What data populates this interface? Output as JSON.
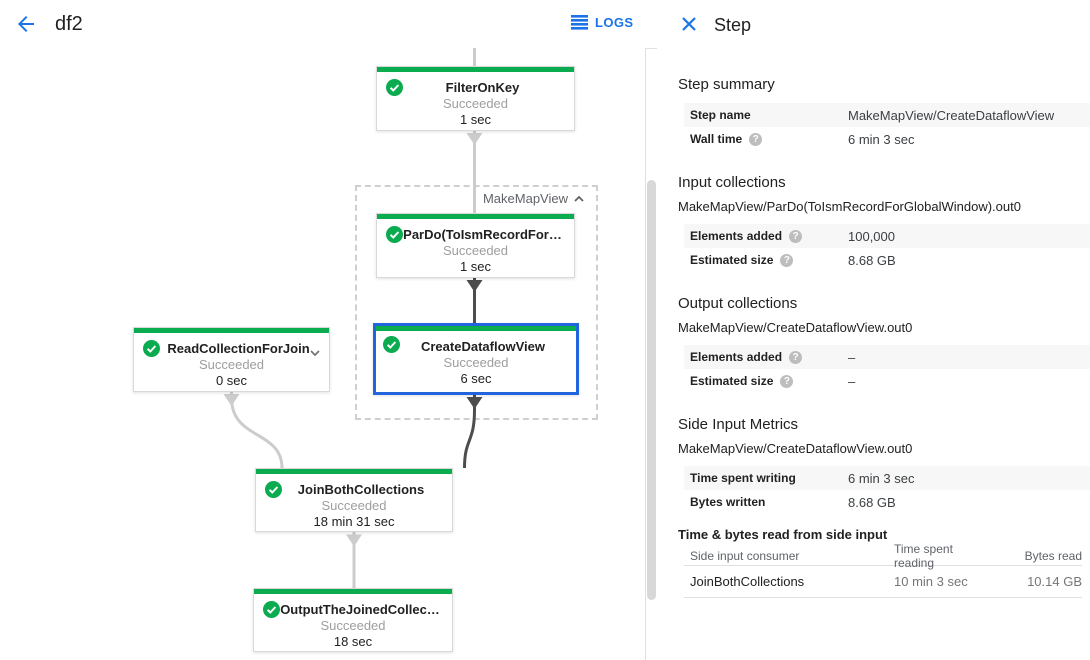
{
  "header": {
    "title": "df2",
    "logs_label": "LOGS"
  },
  "icons": {
    "help_glyph": "?"
  },
  "colors": {
    "accent_blue": "#1a73e8",
    "selected_border_blue": "#2264dc",
    "success_green": "#0bab50",
    "edge_light": "#cccccc",
    "edge_dark": "#4d4d4d"
  },
  "graph": {
    "group_label": "MakeMapView",
    "nodes": [
      {
        "title": "FilterOnKey",
        "status": "Succeeded",
        "time": "1 sec"
      },
      {
        "title": "ParDo(ToIsmRecordFor…",
        "status": "Succeeded",
        "time": "1 sec"
      },
      {
        "title": "CreateDataflowView",
        "status": "Succeeded",
        "time": "6 sec"
      },
      {
        "title": "ReadCollectionForJoin",
        "status": "Succeeded",
        "time": "0 sec"
      },
      {
        "title": "JoinBothCollections",
        "status": "Succeeded",
        "time": "18 min 31 sec"
      },
      {
        "title": "OutputTheJoinedCollec…",
        "status": "Succeeded",
        "time": "18 sec"
      }
    ]
  },
  "panel": {
    "title": "Step",
    "step_summary": {
      "heading": "Step summary",
      "rows": [
        {
          "label": "Step name",
          "value": "MakeMapView/CreateDataflowView"
        },
        {
          "label": "Wall time",
          "value": "6 min 3 sec"
        }
      ]
    },
    "input_collections": {
      "heading": "Input collections",
      "subtitle": "MakeMapView/ParDo(ToIsmRecordForGlobalWindow).out0",
      "rows": [
        {
          "label": "Elements added",
          "value": "100,000"
        },
        {
          "label": "Estimated size",
          "value": "8.68 GB"
        }
      ]
    },
    "output_collections": {
      "heading": "Output collections",
      "subtitle": "MakeMapView/CreateDataflowView.out0",
      "rows": [
        {
          "label": "Elements added",
          "value": "–"
        },
        {
          "label": "Estimated size",
          "value": "–"
        }
      ]
    },
    "side_input_metrics": {
      "heading": "Side Input Metrics",
      "subtitle": "MakeMapView/CreateDataflowView.out0",
      "rows": [
        {
          "label": "Time spent writing",
          "value": "6 min 3 sec"
        },
        {
          "label": "Bytes written",
          "value": "8.68 GB"
        }
      ]
    },
    "side_input_table": {
      "heading": "Time & bytes read from side input",
      "columns": [
        "Side input consumer",
        "Time spent reading",
        "Bytes read"
      ],
      "rows": [
        {
          "consumer": "JoinBothCollections",
          "time": "10 min 3 sec",
          "bytes": "10.14 GB"
        }
      ]
    }
  }
}
